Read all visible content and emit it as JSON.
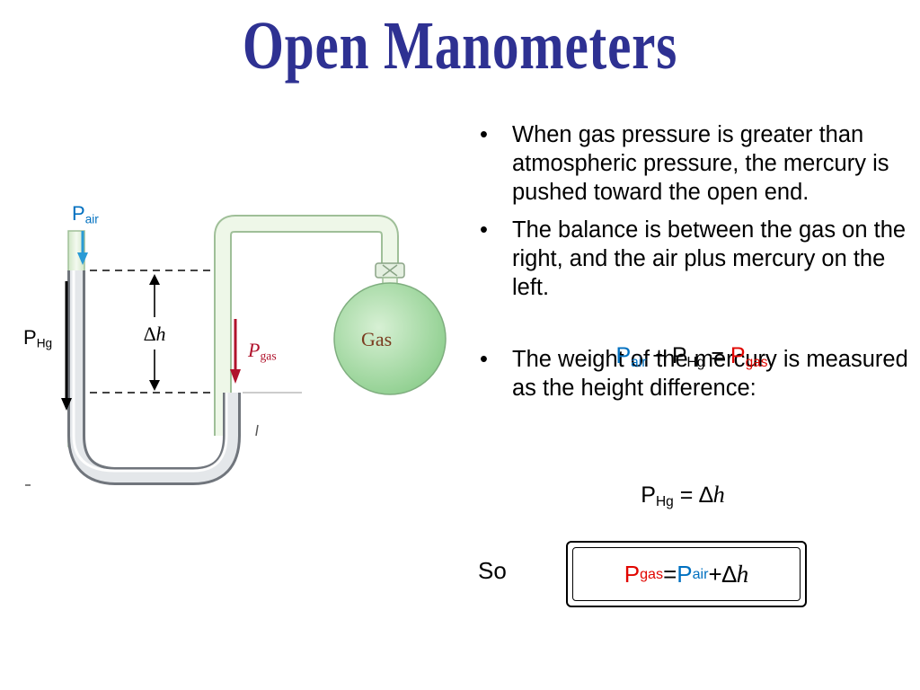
{
  "slide": {
    "title": "Open Manometers",
    "bullets": [
      "When gas pressure is greater than atmospheric pressure, the mercury is pushed toward the open end.",
      "The balance is between the gas on the right, and the air plus mercury on the left.",
      "The weight of the mercury is measured as the height difference:"
    ],
    "bullet_char": "•",
    "equation1": {
      "p": "P",
      "air": "air",
      "plus": " + ",
      "hg": "Hg",
      "eq": " = ",
      "gas": "gas"
    },
    "equation2": {
      "p": "P",
      "hg": "Hg",
      "eq": " = ",
      "delta": "∆",
      "h": "h"
    },
    "so_label": "So",
    "result": {
      "p": "P",
      "gas": "gas",
      "eq": " = ",
      "air": "air",
      "plus": " + ",
      "delta": "∆",
      "h": "h"
    }
  },
  "diagram": {
    "p_air": {
      "p": "P",
      "sub": "air"
    },
    "p_hg": {
      "p": "P",
      "sub": "Hg"
    },
    "delta_h": {
      "delta": "∆",
      "h": "h"
    },
    "p_gas": {
      "p": "P",
      "sub": "gas"
    },
    "flask_label": "Gas"
  },
  "colors": {
    "title": "#2e3192",
    "air": "#0070c0",
    "gas": "#e10600",
    "gas_arrow": "#b0132c",
    "flask": "#a8dca8",
    "tube_fill": "#e8f3e0"
  }
}
